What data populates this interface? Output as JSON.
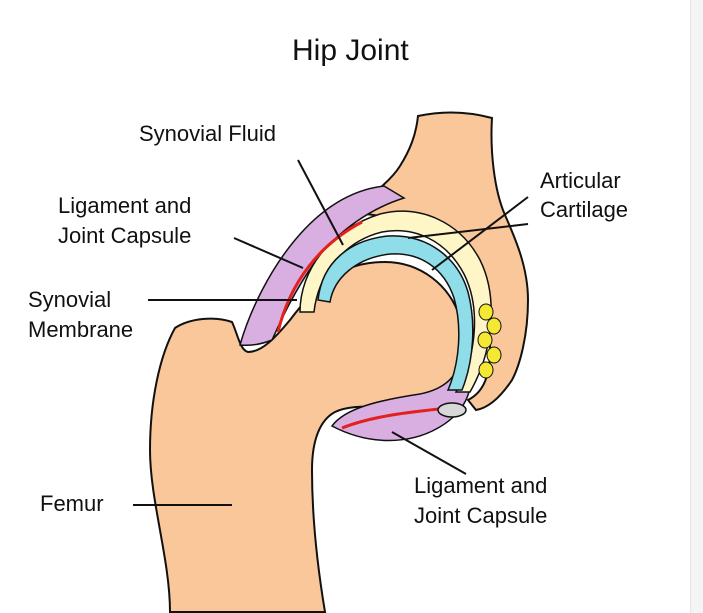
{
  "title": "Hip Joint",
  "labels": {
    "synovial_fluid": "Synovial Fluid",
    "ligament_top": [
      "Ligament and",
      "Joint Capsule"
    ],
    "synovial_membrane": [
      "Synovial",
      "Membrane"
    ],
    "articular_cartilage": [
      "Articular",
      "Cartilage"
    ],
    "femur": "Femur",
    "ligament_bottom": [
      "Ligament and",
      "Joint Capsule"
    ]
  },
  "colors": {
    "bone": "#f9c79a",
    "capsule": "#d9aee0",
    "synovial_fluid": "#fff6c8",
    "cartilage": "#8fdde8",
    "membrane": "#e2201e",
    "fat_pad": "#f5e832",
    "outline": "#111111"
  }
}
